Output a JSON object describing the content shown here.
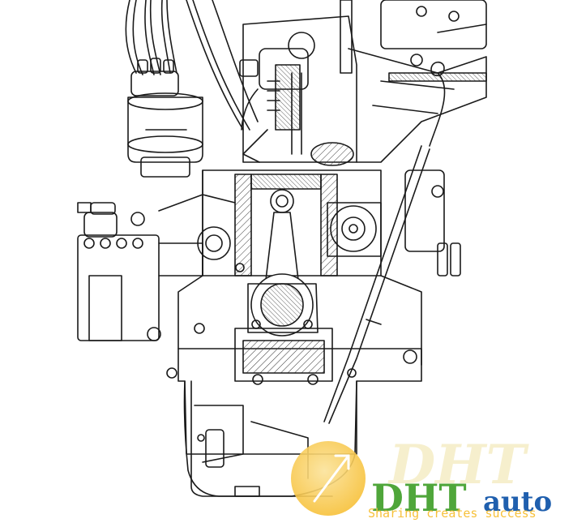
{
  "watermark": {
    "brand_ghost": "DHT",
    "brand_main": "DHT",
    "brand_suffix": "auto",
    "tagline": "Sharing creates success",
    "colors": {
      "gold": "#f7c13a",
      "gold_light": "#fbe39a",
      "green": "#4fa63a",
      "blue": "#1f5fae",
      "ghost": "#f3e9b8"
    }
  },
  "drawing": {
    "subject": "engine cross-section line art",
    "ink_color": "#1a1a1a",
    "hatch_color": "#3a3a3a"
  }
}
